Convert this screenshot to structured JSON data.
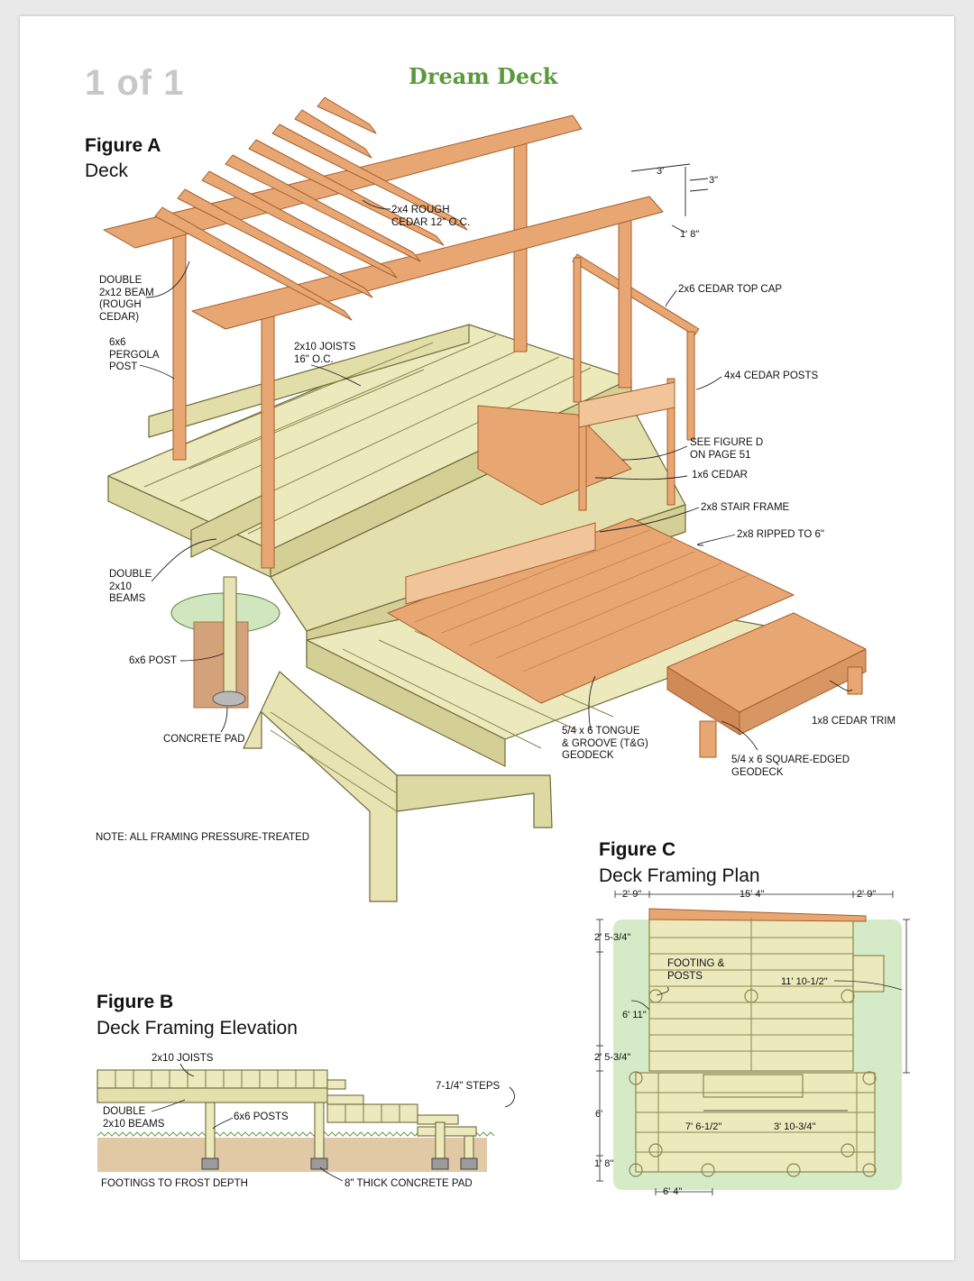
{
  "header": {
    "page_indicator": "1 of 1",
    "title": "Dream Deck"
  },
  "colors": {
    "pt_lumber": "#ece9bd",
    "cedar": "#e8a772",
    "cedar_dark": "#c97a45",
    "grass": "#cfe6bf",
    "title_green": "#5b9a3b"
  },
  "figure_a": {
    "title": "Figure A",
    "subtitle": "Deck",
    "labels": {
      "beam": "DOUBLE\n2x12 BEAM\n(ROUGH\nCEDAR)",
      "pergola_post": "6x6\nPERGOLA\nPOST",
      "rafters": "2x4 ROUGH\nCEDAR 12\" O.C.",
      "joists": "2x10 JOISTS\n16\" O.C.",
      "top_cap": "2x6 CEDAR TOP CAP",
      "cedar_posts": "4x4 CEDAR POSTS",
      "see_figure": "SEE FIGURE D\nON PAGE 51",
      "cedar_1x6": "1x6 CEDAR",
      "stair_frame": "2x8 STAIR FRAME",
      "ripped": "2x8 RIPPED TO 6\"",
      "double_beams": "DOUBLE\n2x10\nBEAMS",
      "post": "6x6 POST",
      "pad": "CONCRETE PAD",
      "tongue_groove": "5/4 x 6 TONGUE\n& GROOVE (T&G)\nGEODECK",
      "trim": "1x8 CEDAR TRIM",
      "square_edged": "5/4 x 6 SQUARE-EDGED\nGEODECK",
      "note": "NOTE: ALL FRAMING PRESSURE-TREATED"
    },
    "dims": {
      "rail_spacing": "3'",
      "rail_height": "3\"",
      "post_height": "1' 8\""
    }
  },
  "figure_b": {
    "title": "Figure B",
    "subtitle": "Deck Framing Elevation",
    "labels": {
      "joists": "2x10 JOISTS",
      "steps": "7-1/4\" STEPS",
      "beams": "DOUBLE\n2x10 BEAMS",
      "posts": "6x6 POSTS",
      "footings": "FOOTINGS TO FROST DEPTH",
      "pad": "8\" THICK CONCRETE PAD"
    }
  },
  "figure_c": {
    "title": "Figure C",
    "subtitle": "Deck Framing Plan",
    "labels": {
      "footing": "FOOTING &\nPOSTS"
    },
    "dims": {
      "left_overhang": "2' 9\"",
      "width": "15' 4\"",
      "right_overhang": "2' 9\"",
      "top_offset": "2' 5-3/4\"",
      "depth_a": "6' 11\"",
      "mid_offset": "2' 5-3/4\"",
      "depth_b": "6'",
      "bottom_offset": "1' 8\"",
      "right_depth": "11' 10-1/2\"",
      "span_left": "7' 6-1/2\"",
      "span_right": "3' 10-3/4\"",
      "stair_width": "6' 4\""
    }
  }
}
